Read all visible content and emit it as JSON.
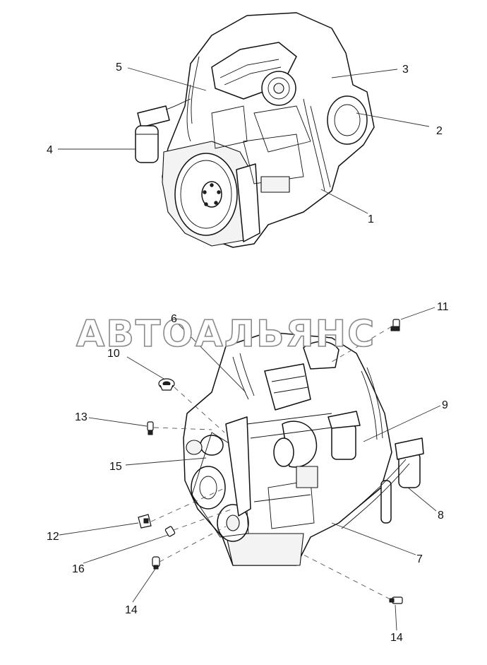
{
  "watermark": "АВТОАЛЬЯНС",
  "callouts": [
    {
      "id": "c1",
      "label": "1"
    },
    {
      "id": "c2",
      "label": "2"
    },
    {
      "id": "c3",
      "label": "3"
    },
    {
      "id": "c4",
      "label": "4"
    },
    {
      "id": "c5",
      "label": "5"
    },
    {
      "id": "c6",
      "label": "6"
    },
    {
      "id": "c7",
      "label": "7"
    },
    {
      "id": "c8",
      "label": "8"
    },
    {
      "id": "c9",
      "label": "9"
    },
    {
      "id": "c10",
      "label": "10"
    },
    {
      "id": "c11",
      "label": "11"
    },
    {
      "id": "c12",
      "label": "12"
    },
    {
      "id": "c13",
      "label": "13"
    },
    {
      "id": "c14a",
      "label": "14"
    },
    {
      "id": "c14b",
      "label": "14"
    },
    {
      "id": "c15",
      "label": "15"
    },
    {
      "id": "c16",
      "label": "16"
    }
  ]
}
